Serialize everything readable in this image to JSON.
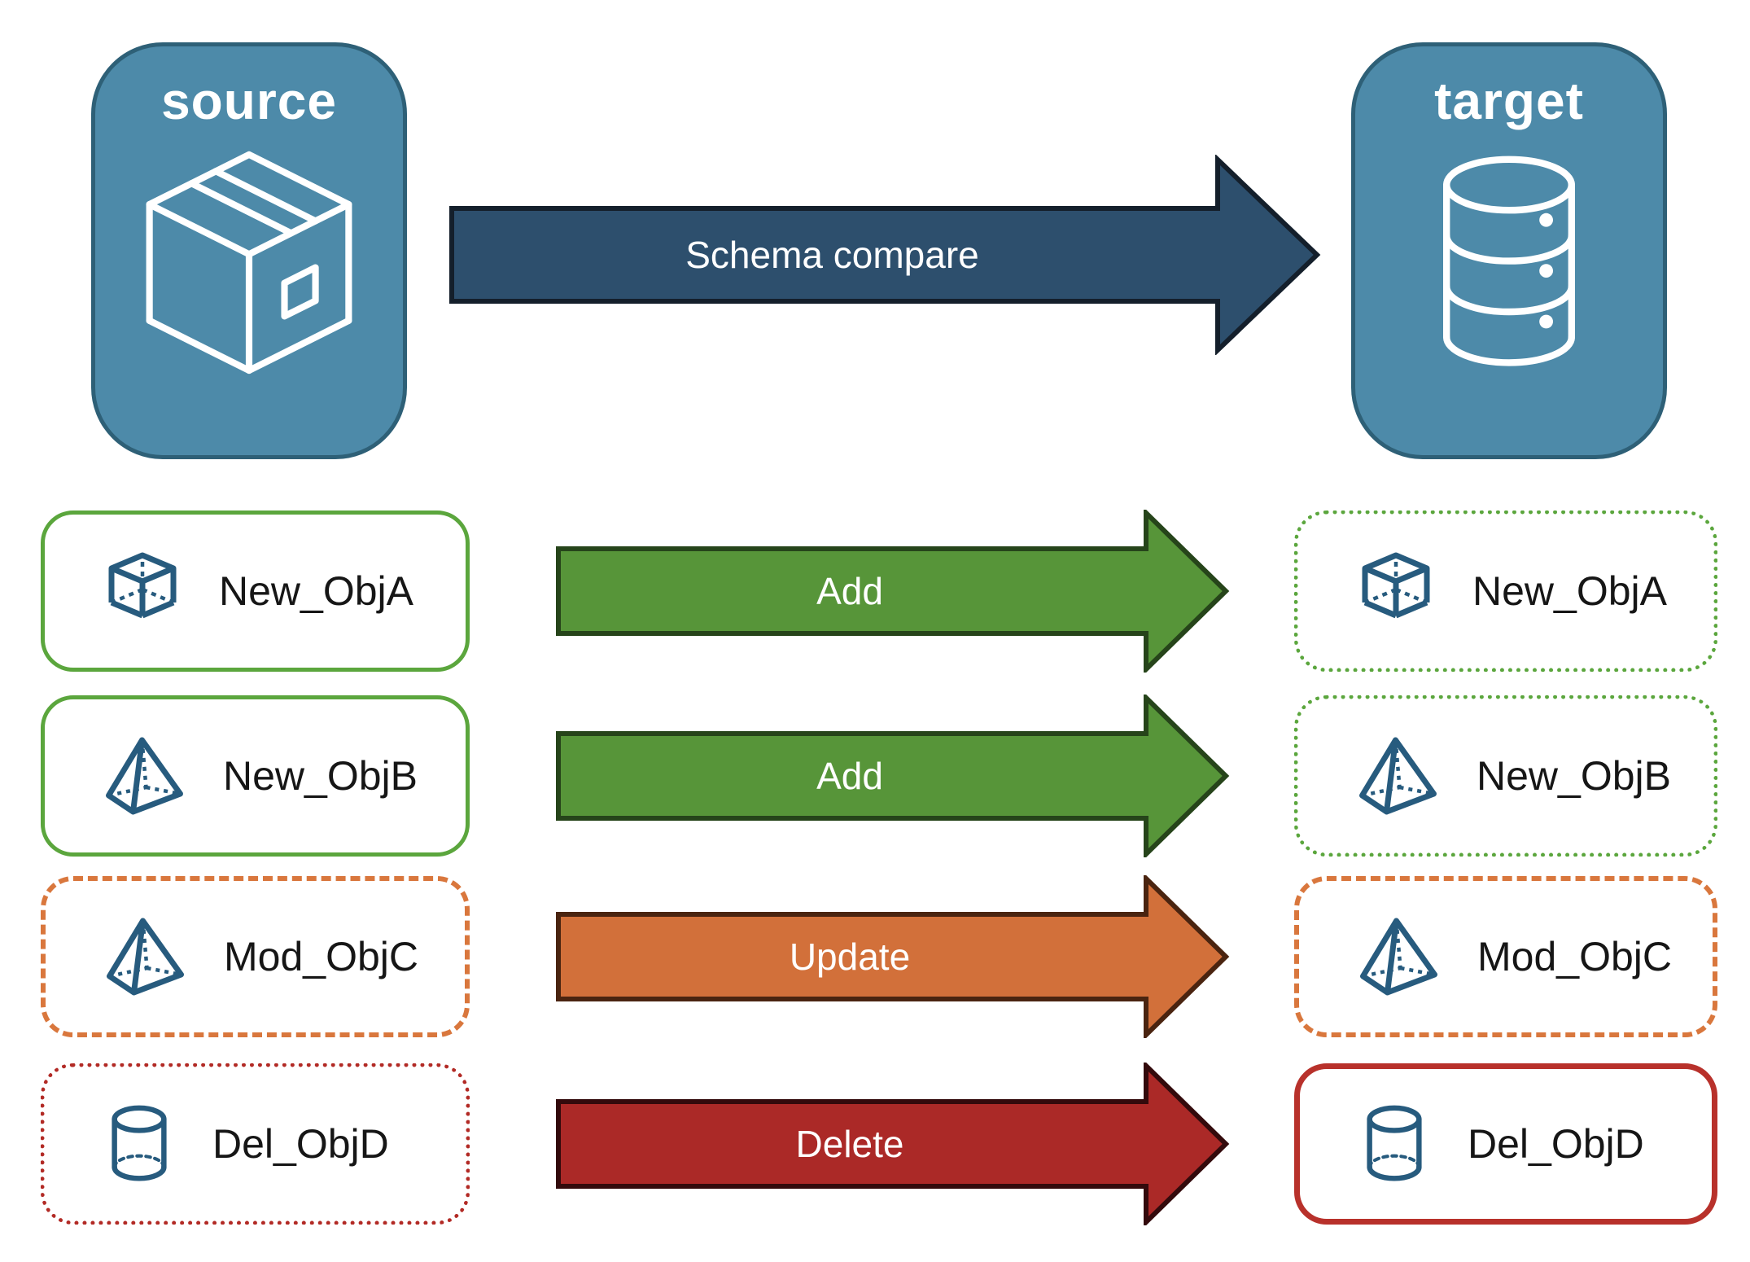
{
  "source_panel": {
    "title": "source",
    "icon": "package-icon"
  },
  "target_panel": {
    "title": "target",
    "icon": "database-stack-icon"
  },
  "main_arrow": {
    "label": "Schema compare",
    "fill": "#2D4F6D"
  },
  "rows": [
    {
      "name": "New_ObjA",
      "icon": "cube-icon",
      "action": "Add",
      "arrow_fill": "#579539",
      "source_border": "solid green",
      "target_border": "dotted green"
    },
    {
      "name": "New_ObjB",
      "icon": "pyramid-icon",
      "action": "Add",
      "arrow_fill": "#579539",
      "source_border": "solid green",
      "target_border": "dotted green"
    },
    {
      "name": "Mod_ObjC",
      "icon": "pyramid-icon",
      "action": "Update",
      "arrow_fill": "#D2703A",
      "source_border": "dashed orange",
      "target_border": "dashed orange"
    },
    {
      "name": "Del_ObjD",
      "icon": "cylinder-icon",
      "action": "Delete",
      "arrow_fill": "#AB2927",
      "source_border": "dotted red",
      "target_border": "solid red"
    }
  ],
  "colors": {
    "panel_fill": "#4D8AA9",
    "panel_border": "#2E6077",
    "object_icon_blue": "#275B7E",
    "main_arrow_fill": "#2D4F6D",
    "add_green": "#579539",
    "update_orange": "#D2703A",
    "delete_red": "#AB2927",
    "new_border_green": "#5BA63D",
    "mod_border_orange": "#D9773D",
    "del_border_red": "#B22A25"
  }
}
